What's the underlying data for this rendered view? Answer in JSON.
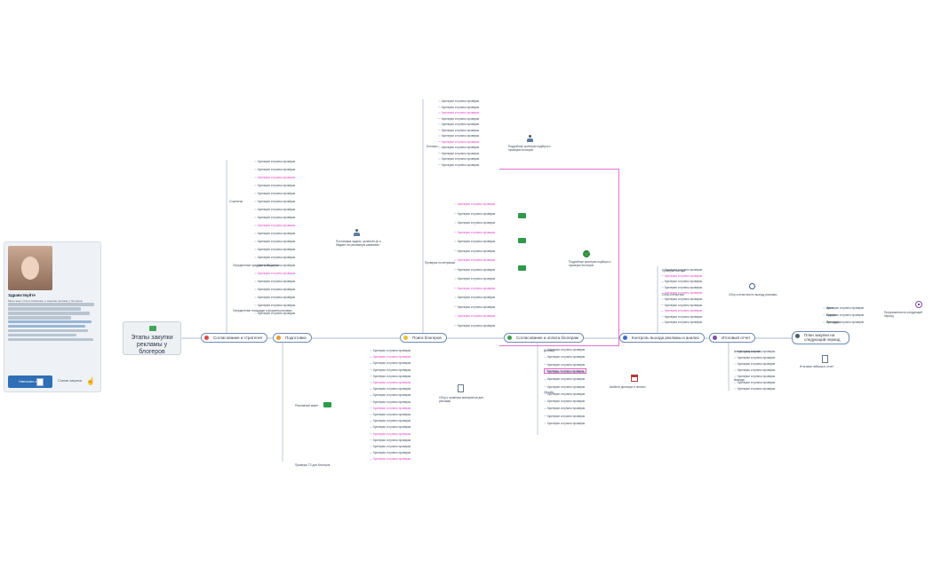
{
  "root": {
    "title": "Этапы закупки рекламы у блогеров"
  },
  "profile": {
    "name": "Здравствуйте",
    "intro": "Меня зовут Олеся Новикова, я закупаю рекламу у блогеров",
    "button": "Написать мне",
    "secondary": "Схема закупки"
  },
  "stages": [
    {
      "label": "Согласование и стратегия",
      "color": "#e04848"
    },
    {
      "label": "Подготовка",
      "color": "#e89a2c"
    },
    {
      "label": "Поиск блогеров",
      "color": "#e8c22c"
    },
    {
      "label": "Согласование и оплата блогерам",
      "color": "#3aa04c"
    },
    {
      "label": "Контроль выхода рекламы и анализ",
      "color": "#3c6fc4"
    },
    {
      "label": "Итоговый отчет",
      "color": "#7a4fa3"
    },
    {
      "label": "План закупки на следующий период",
      "color": "#4d5a6a"
    }
  ],
  "branches": {
    "strategy": [
      "Стратегия",
      "Определение продукта и бюджета",
      "Определение площадки и формата рекламы"
    ],
    "prep": [
      "Рекламный макет",
      "Примеры ТЗ для блогеров"
    ],
    "search": [
      "Блогеры",
      "Проверка по метрикам"
    ],
    "agree": [
      "Договор",
      "Оплата"
    ],
    "control": [
      "Проверка выхода",
      "Сбор статистики"
    ],
    "report": [
      "Анализ результатов",
      "Выводы"
    ],
    "plan": [
      "Цели",
      "Бюджет",
      "Площадки"
    ]
  },
  "notes": {
    "strategy_note": "Постановка задачи, целевой ЦА и бюджет на рекламную кампанию",
    "search_note": "Подробные критерии подбора и проверки блогеров",
    "agree_note": "Шаблон договора и оплаты",
    "control_note": "Сбор статистики по выходу рекламы",
    "prep_note": "Сбор и проверка материалов для рекламы",
    "report_note": "Итоговая таблица и отчет",
    "plan_note": "Предложения на следующий период"
  },
  "leaf_text": "Критерии и пункты проверки",
  "leaf_highlight": "ссылка",
  "colors": {
    "edge": "#8fa6c4",
    "pink": "#e043c6",
    "blue": "#6d8db3"
  }
}
